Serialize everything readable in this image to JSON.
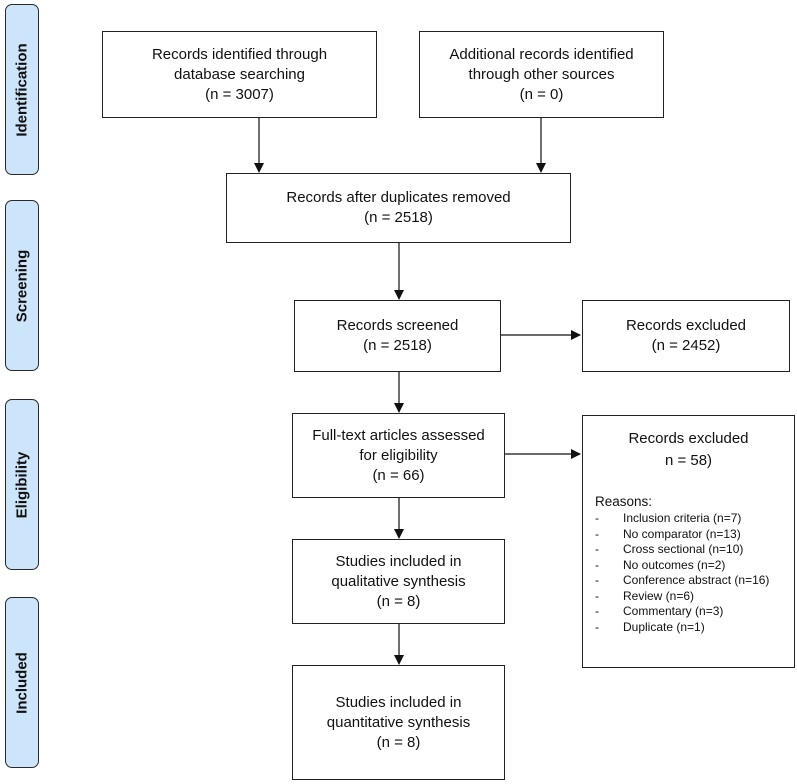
{
  "phases": {
    "identification": "Identification",
    "screening": "Screening",
    "eligibility": "Eligibility",
    "included": "Included"
  },
  "boxes": {
    "database": {
      "line1": "Records identified through",
      "line2": "database searching",
      "line3": "(n = 3007)"
    },
    "other_sources": {
      "line1": "Additional records identified",
      "line2": "through other sources",
      "line3": "(n = 0)"
    },
    "duplicates_removed": {
      "line1": "Records after duplicates removed",
      "line2": "(n = 2518)"
    },
    "screened": {
      "line1": "Records screened",
      "line2": "(n = 2518)"
    },
    "excluded_screening": {
      "line1": "Records excluded",
      "line2": "(n = 2452)"
    },
    "fulltext": {
      "line1": "Full-text articles assessed",
      "line2": "for eligibility",
      "line3": "(n = 66)"
    },
    "excluded_fulltext": {
      "line1": "Records excluded",
      "line2": "n = 58)",
      "reasons_label": "Reasons:",
      "reasons": [
        "Inclusion criteria (n=7)",
        "No comparator (n=13)",
        "Cross sectional (n=10)",
        "No outcomes (n=2)",
        "Conference abstract (n=16)",
        "Review (n=6)",
        "Commentary (n=3)",
        "Duplicate (n=1)"
      ],
      "dash": "-"
    },
    "qualitative": {
      "line1": "Studies included in",
      "line2": "qualitative synthesis",
      "line3": "(n = 8)"
    },
    "quantitative": {
      "line1": "Studies included in",
      "line2": "quantitative synthesis",
      "line3": "(n = 8)"
    }
  }
}
